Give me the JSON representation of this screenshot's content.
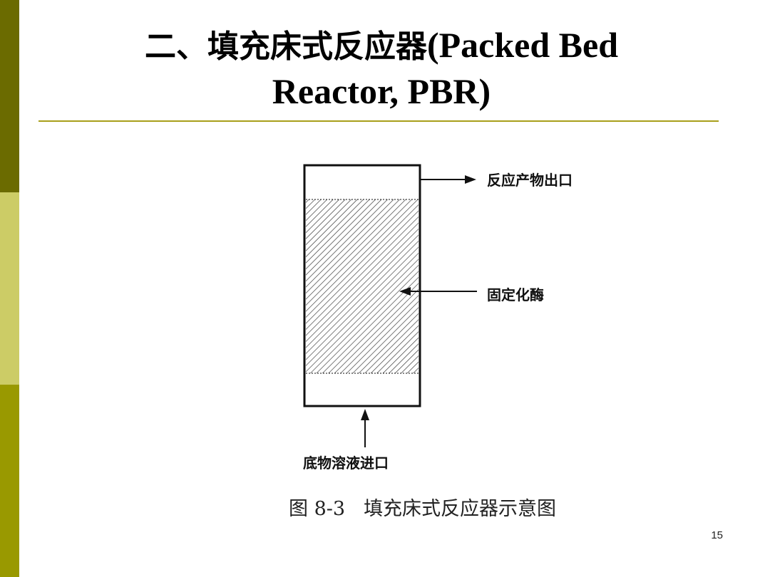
{
  "slide": {
    "title_cn": "二、填充床式反应器",
    "title_en_line1": "(Packed Bed",
    "title_en_line2": "Reactor, PBR)",
    "page_number": "15"
  },
  "diagram": {
    "label_outlet": "反应产物出口",
    "label_enzyme": "固定化酶",
    "label_inlet": "底物溶液进口",
    "caption_number": "图 8-3",
    "caption_text": "填充床式反应器示意图"
  },
  "colors": {
    "sidebar_top": "#6b6b00",
    "sidebar_middle": "#cccc66",
    "sidebar_bottom": "#999900",
    "rule": "#a89f1a"
  }
}
